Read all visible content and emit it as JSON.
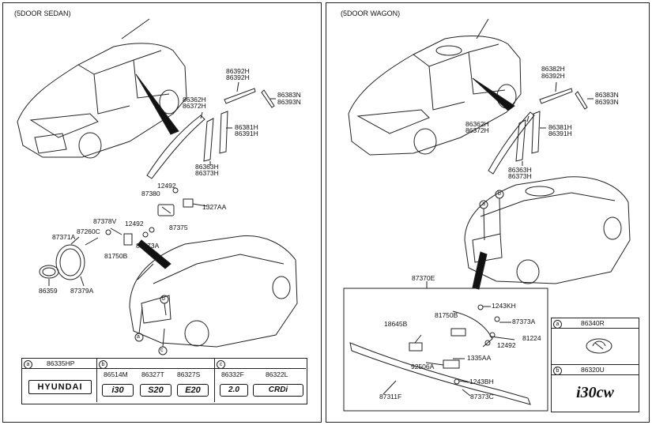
{
  "left_panel": {
    "title": "(5DOOR SEDAN)",
    "parts": {
      "p86392H": "86392H",
      "p86392H2": "86392H",
      "p86383N": "86383N",
      "p86393N": "86393N",
      "p86362H": "86362H",
      "p86372H": "86372H",
      "p86381H": "86381H",
      "p86391H": "86391H",
      "p86363H": "86363H",
      "p86373H": "86373H",
      "p12492a": "12492",
      "p87380": "87380",
      "p1327AA": "1327AA",
      "p87378V": "87378V",
      "p12492b": "12492",
      "p87375": "87375",
      "p87371A": "87371A",
      "p87260C": "87260C",
      "p87373A": "87373A",
      "p81750B": "81750B",
      "p86359": "86359",
      "p87379A": "87379A"
    },
    "callouts": {
      "a": "a",
      "b": "b",
      "c": "c"
    },
    "legend": {
      "a": {
        "circle": "a",
        "part": "86335HP",
        "emblem": "HYUNDAI"
      },
      "b": {
        "circle": "b",
        "parts": [
          "86514M",
          "86327T",
          "86327S"
        ],
        "emblems": [
          "i30",
          "S20",
          "E20"
        ]
      },
      "c": {
        "circle": "c",
        "parts": [
          "86332F",
          "86322L"
        ],
        "emblems": [
          "2.0",
          "CRDi"
        ]
      }
    }
  },
  "right_panel": {
    "title": "(5DOOR WAGON)",
    "parts": {
      "p86382H": "86382H",
      "p86392H": "86392H",
      "p86383N": "86383N",
      "p86393N": "86393N",
      "p86362H": "86362H",
      "p86372H": "86372H",
      "p86381H": "86381H",
      "p86391H": "86391H",
      "p86363H": "86363H",
      "p86373H": "86373H",
      "p87370E": "87370E",
      "p1243KH": "1243KH",
      "p81750B": "81750B",
      "p87373A": "87373A",
      "p18645B": "18645B",
      "p81224": "81224",
      "p12492": "12492",
      "p1335AA": "1335AA",
      "p92506A": "92506A",
      "p1243BH": "1243BH",
      "p87311F": "87311F",
      "p87373C": "87373C"
    },
    "callouts": {
      "a": "a",
      "b": "b"
    },
    "legend": {
      "a": {
        "circle": "a",
        "part": "86340R"
      },
      "b": {
        "circle": "b",
        "part": "86320U",
        "emblem": "i30cw"
      }
    }
  }
}
